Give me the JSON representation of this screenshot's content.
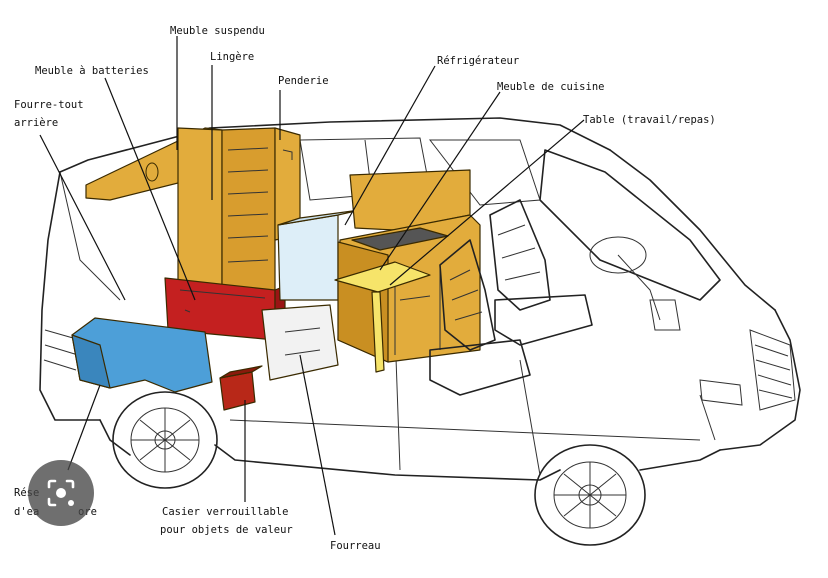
{
  "labels": {
    "meuble_suspendu": "Meuble suspendu",
    "meuble_batteries": "Meuble à batteries",
    "lingere": "Lingère",
    "penderie": "Penderie",
    "refrigerateur": "Réfrigérateur",
    "meuble_cuisine": "Meuble de cuisine",
    "fourre_tout_1": "Fourre-tout",
    "fourre_tout_2": "arrière",
    "table": "Table (travail/repas)",
    "reservoir_1": "Rése",
    "reservoir_2": "d'ea",
    "reservoir_3": "ore",
    "casier_1": "Casier verrouillable",
    "casier_2": "pour objets de valeur",
    "fourreau": "Fourreau"
  },
  "colors": {
    "wood": "#e2ac3c",
    "wood_dark": "#c98f22",
    "battery": "#c42020",
    "water_tank": "#4d9fd8",
    "fridge": "#ddeef8",
    "safe": "#b82818",
    "table": "#f6e46a"
  },
  "overlay": {
    "icon": "lens-search-icon"
  }
}
